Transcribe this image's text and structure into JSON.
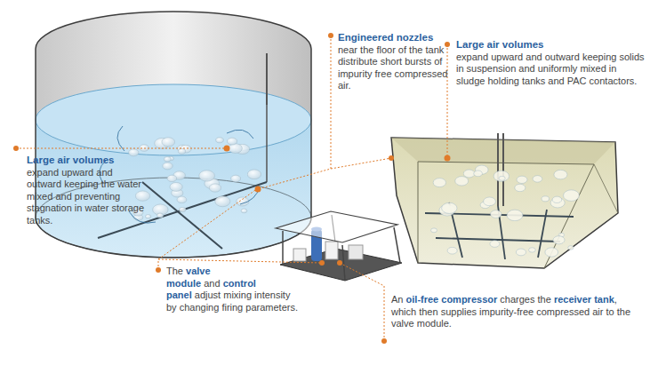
{
  "diagram": {
    "labels": [
      "Engineered nozzles",
      "near the floor of the tank distribute short bursts of impurity free compressed air.",
      "Large air volumes",
      "expand upward and outward keeping solids in suspension and uniformly mixed in sludge holding tanks and PAC contactors.",
      "Large air volumes",
      "expand upward and outward keeping the water mixed and preventing stagnation in water storage tanks.",
      "The",
      "valve module",
      "and",
      "control panel",
      "adjust mixing intensity by changing firing parameters.",
      "An",
      "oil-free compressor",
      "charges the",
      "receiver tank",
      ", which then supplies impurity-free compressed air to the valve module."
    ]
  }
}
